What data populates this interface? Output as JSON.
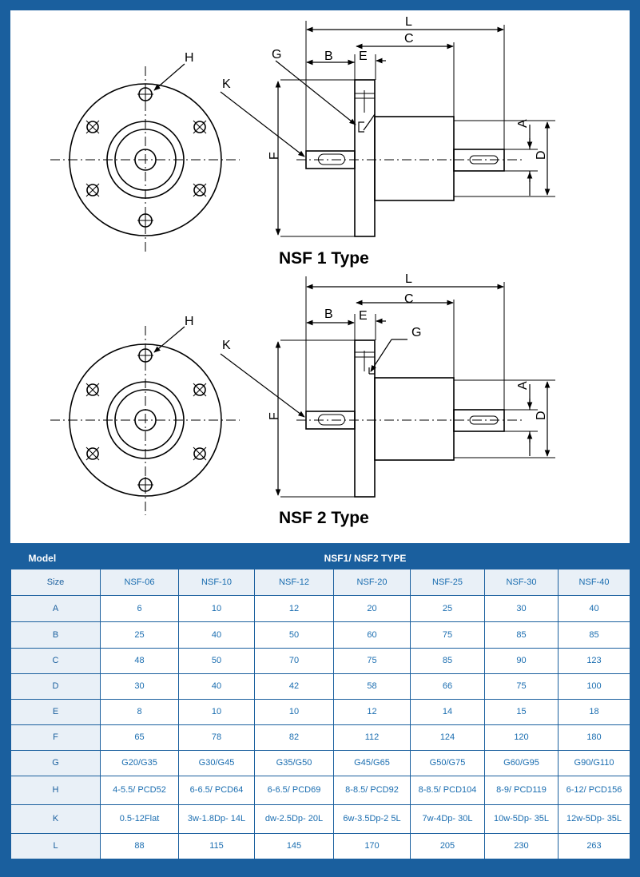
{
  "diagram": {
    "type1_title": "NSF 1 Type",
    "type2_title": "NSF 2 Type",
    "labels": {
      "H": "H",
      "K": "K",
      "G": "G",
      "B": "B",
      "E": "E",
      "C": "C",
      "L": "L",
      "F": "F",
      "A": "A",
      "D": "D"
    }
  },
  "table": {
    "model_label": "Model",
    "type_label": "NSF1/ NSF2 TYPE",
    "header_label": "Size",
    "sizes": [
      "NSF-06",
      "NSF-10",
      "NSF-12",
      "NSF-20",
      "NSF-25",
      "NSF-30",
      "NSF-40"
    ],
    "rows": [
      {
        "label": "A",
        "values": [
          "6",
          "10",
          "12",
          "20",
          "25",
          "30",
          "40"
        ]
      },
      {
        "label": "B",
        "values": [
          "25",
          "40",
          "50",
          "60",
          "75",
          "85",
          "85"
        ]
      },
      {
        "label": "C",
        "values": [
          "48",
          "50",
          "70",
          "75",
          "85",
          "90",
          "123"
        ]
      },
      {
        "label": "D",
        "values": [
          "30",
          "40",
          "42",
          "58",
          "66",
          "75",
          "100"
        ]
      },
      {
        "label": "E",
        "values": [
          "8",
          "10",
          "10",
          "12",
          "14",
          "15",
          "18"
        ]
      },
      {
        "label": "F",
        "values": [
          "65",
          "78",
          "82",
          "112",
          "124",
          "120",
          "180"
        ]
      },
      {
        "label": "G",
        "values": [
          "G20/G35",
          "G30/G45",
          "G35/G50",
          "G45/G65",
          "G50/G75",
          "G60/G95",
          "G90/G110"
        ]
      },
      {
        "label": "H",
        "values": [
          "4-5.5/ PCD52",
          "6-6.5/ PCD64",
          "6-6.5/ PCD69",
          "8-8.5/ PCD92",
          "8-8.5/ PCD104",
          "8-9/ PCD119",
          "6-12/ PCD156"
        ]
      },
      {
        "label": "K",
        "values": [
          "0.5-12Flat",
          "3w-1.8Dp- 14L",
          "dw-2.5Dp- 20L",
          "6w-3.5Dp-2 5L",
          "7w-4Dp- 30L",
          "10w-5Dp- 35L",
          "12w-5Dp- 35L"
        ]
      },
      {
        "label": "L",
        "values": [
          "88",
          "115",
          "145",
          "170",
          "205",
          "230",
          "263"
        ]
      }
    ]
  }
}
